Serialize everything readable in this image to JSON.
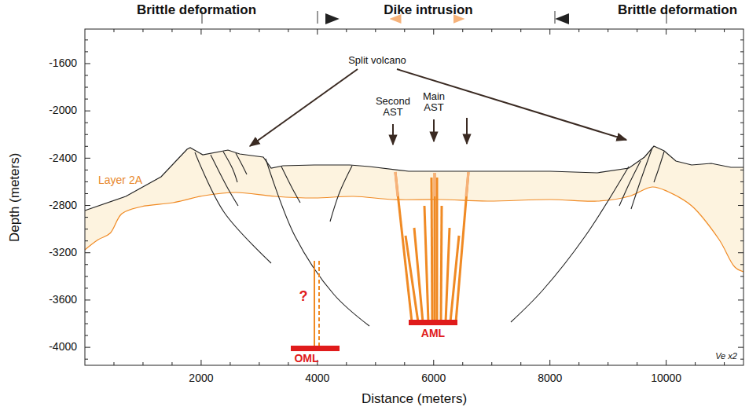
{
  "diagram": {
    "labels": [
      "Brittle deformation",
      "Dike intrusion",
      "Brittle deformation",
      "Split volcano",
      "Second AST",
      "Main AST",
      "Layer 2A",
      "-1600",
      "-2000",
      "-2400",
      "-2800",
      "-3200",
      "-3600",
      "-4000",
      "2000",
      "4000",
      "6000",
      "8000",
      "10000",
      "Depth (meters)",
      "Distance (meters)",
      "?",
      "OML",
      "AML",
      "Ve x2"
    ]
  }
}
